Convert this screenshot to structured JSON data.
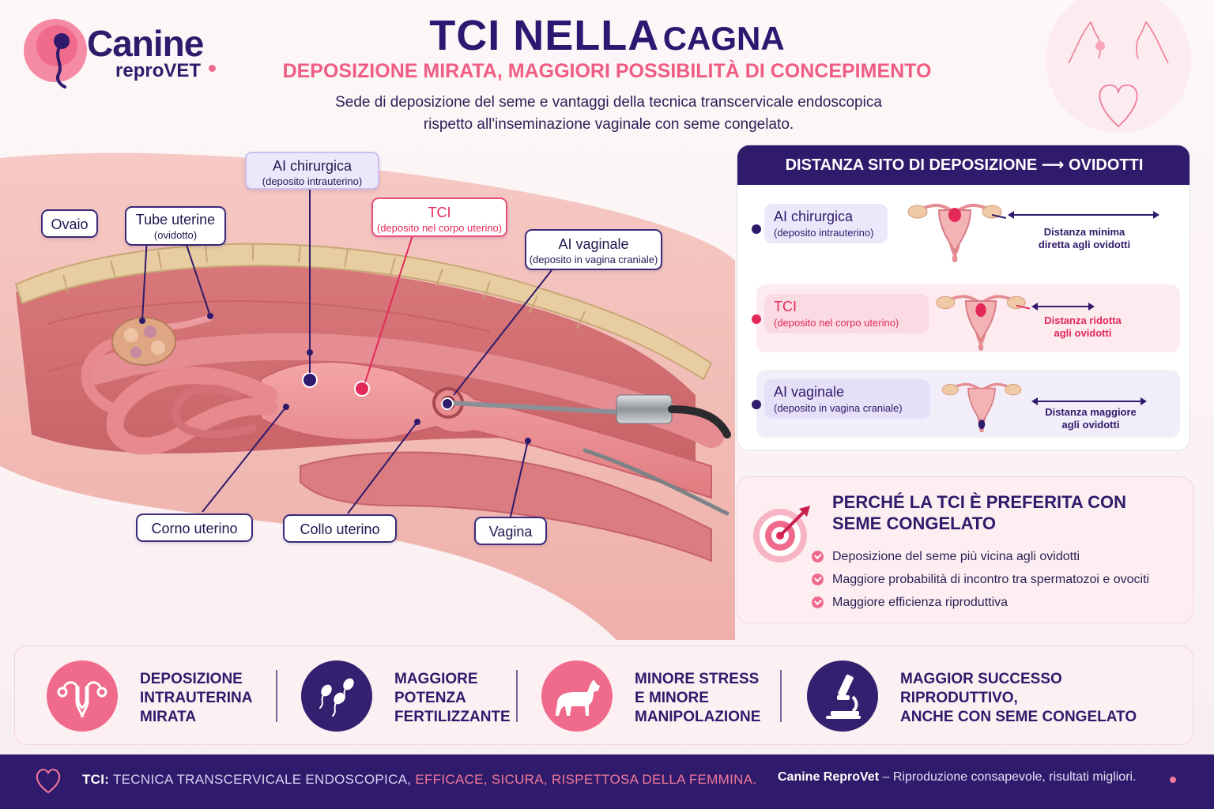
{
  "brand": {
    "name_line1": "Canine",
    "name_line2": "reproVET"
  },
  "header": {
    "title_main": "TCI NELLA",
    "title_rest": "CAGNA",
    "subtitle": "DEPOSIZIONE MIRATA, MAGGIORI POSSIBILITÀ DI CONCEPIMENTO",
    "intro_line1": "Sede di deposizione del seme e vantaggi della tecnica transcervicale endoscopica",
    "intro_line2": "rispetto all'inseminazione vaginale con seme congelato."
  },
  "anatomy": {
    "ovaio": "Ovaio",
    "tube_title": "Tube uterine",
    "tube_sub": "(ovidotto)",
    "ai_chir_title": "AI chirurgica",
    "ai_chir_sub": "(deposito intrauterino)",
    "tci_title": "TCI",
    "tci_sub": "(deposito nel corpo uterino)",
    "ai_vag_title": "AI vaginale",
    "ai_vag_sub": "(deposito in vagina craniale)",
    "corno": "Corno uterino",
    "collo": "Collo uterino",
    "vagina": "Vagina"
  },
  "distance_panel": {
    "title": "DISTANZA SITO DI DEPOSIZIONE ⟶ OVIDOTTI",
    "rows": [
      {
        "title": "AI chirurgica",
        "sub": "(deposito intrauterino)",
        "distance_line1": "Distanza minima",
        "distance_line2": "diretta agli ovidotti",
        "color": "#2f1a6b"
      },
      {
        "title": "TCI",
        "sub": "(deposito nel corpo uterino)",
        "distance_line1": "Distanza ridotta",
        "distance_line2": "agli ovidotti",
        "color": "#e3285a"
      },
      {
        "title": "AI vaginale",
        "sub": "(deposito in vagina craniale)",
        "distance_line1": "Distanza maggiore",
        "distance_line2": "agli ovidotti",
        "color": "#2f1a6b"
      }
    ]
  },
  "why": {
    "title_line1": "PERCHÉ LA TCI È PREFERITA CON",
    "title_line2": "SEME CONGELATO",
    "items": [
      "Deposizione del seme più vicina agli ovidotti",
      "Maggiore probabilità di incontro tra spermatozoi e ovociti",
      "Maggiore efficienza riproduttiva"
    ]
  },
  "benefits": [
    {
      "line1": "DEPOSIZIONE",
      "line2": "INTRAUTERINA",
      "line3": "MIRATA",
      "icon": "uterus-icon"
    },
    {
      "line1": "MAGGIORE",
      "line2": "POTENZA",
      "line3": "FERTILIZZANTE",
      "icon": "sperm-icon"
    },
    {
      "line1": "MINORE STRESS",
      "line2": "E MINORE",
      "line3": "MANIPOLAZIONE",
      "icon": "dog-icon"
    },
    {
      "line1": "MAGGIOR SUCCESSO",
      "line2": "RIPRODUTTIVO,",
      "line3": "ANCHE CON SEME CONGELATO",
      "icon": "microscope-icon"
    }
  ],
  "footer": {
    "label": "TCI:",
    "text": "TECNICA TRANSCERVICALE ENDOSCOPICA,",
    "highlight": "EFFICACE, SICURA, RISPETTOSA DELLA FEMMINA.",
    "brand": "Canine ReproVet",
    "tagline": "– Riproduzione consapevole, risultati migliori."
  },
  "colors": {
    "navy": "#2f1a6b",
    "pink": "#ef5d83",
    "accent_red": "#e3285a",
    "tissue": "#e98c8f"
  }
}
